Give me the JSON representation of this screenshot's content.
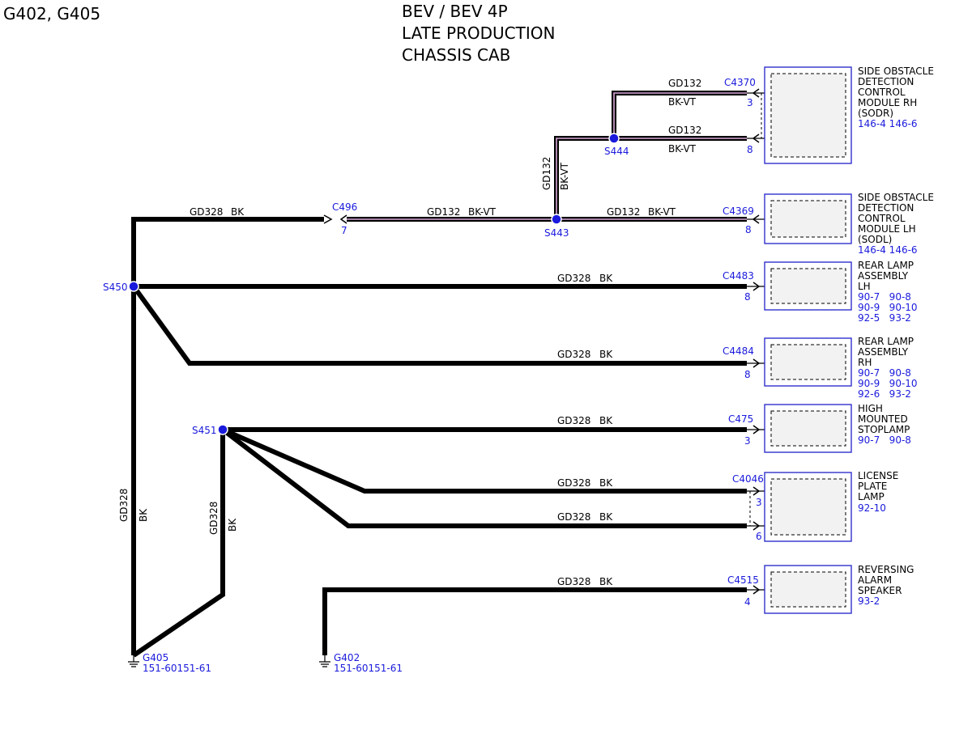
{
  "page_label": "G402, G405",
  "title_lines": [
    "BEV / BEV 4P",
    "LATE PRODUCTION",
    "CHASSIS CAB"
  ],
  "splices": {
    "s450": "S450",
    "s451": "S451",
    "s443": "S443",
    "s444": "S444"
  },
  "connectors": {
    "c496": {
      "name": "C496",
      "pin": "7"
    },
    "c4370": {
      "name": "C4370",
      "pins": [
        "3",
        "8"
      ]
    },
    "c4369": {
      "name": "C4369",
      "pin": "8"
    },
    "c4483": {
      "name": "C4483",
      "pin": "8"
    },
    "c4484": {
      "name": "C4484",
      "pin": "8"
    },
    "c475": {
      "name": "C475",
      "pin": "3"
    },
    "c4046": {
      "name": "C4046",
      "pins": [
        "3",
        "6"
      ]
    },
    "c4515": {
      "name": "C4515",
      "pin": "4"
    }
  },
  "wires": {
    "gd328": "GD328",
    "gd132": "GD132",
    "bk": "BK",
    "bkvt": "BK-VT"
  },
  "components": {
    "sodr": {
      "lines": [
        "SIDE OBSTACLE",
        "DETECTION",
        "CONTROL",
        "MODULE RH",
        "(SODR)"
      ],
      "refs": "146-4 146-6"
    },
    "sodl": {
      "lines": [
        "SIDE OBSTACLE",
        "DETECTION",
        "CONTROL",
        "MODULE LH",
        "(SODL)"
      ],
      "refs": "146-4 146-6"
    },
    "rear_lh": {
      "lines": [
        "REAR LAMP",
        "ASSEMBLY",
        "LH"
      ],
      "refs": [
        "90-7   90-8",
        "90-9   90-10",
        "92-5   93-2"
      ]
    },
    "rear_rh": {
      "lines": [
        "REAR LAMP",
        "ASSEMBLY",
        "RH"
      ],
      "refs": [
        "90-7   90-8",
        "90-9   90-10",
        "92-6   93-2"
      ]
    },
    "hmsl": {
      "lines": [
        "HIGH",
        "MOUNTED",
        "STOPLAMP"
      ],
      "refs": "90-7   90-8"
    },
    "license": {
      "lines": [
        "LICENSE",
        "PLATE",
        "LAMP"
      ],
      "refs": "92-10"
    },
    "reversing": {
      "lines": [
        "REVERSING",
        "ALARM",
        "SPEAKER"
      ],
      "refs": "93-2"
    }
  },
  "grounds": {
    "g405": {
      "name": "G405",
      "ref": "151-60151-61"
    },
    "g402": {
      "name": "G402",
      "ref": "151-60151-61"
    }
  },
  "colors": {
    "blue": "#1a1adc",
    "wire": "#000000",
    "violet_stripe": "#d8a8d8",
    "module_fill": "#f2f2f2"
  }
}
